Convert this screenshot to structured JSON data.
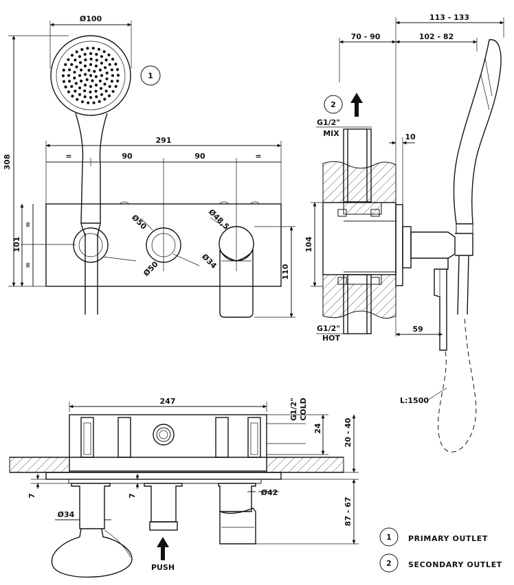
{
  "top_view": {
    "dims": {
      "head_diameter": "Ø100",
      "height": "308",
      "total_width": "291",
      "eq1": "=",
      "spacing1": "90",
      "spacing2": "90",
      "eq2": "=",
      "plate_height": "101",
      "eq3": "=",
      "eq4": "=",
      "knob_d50_a": "Ø50",
      "knob_d50_b": "Ø50",
      "knob_d34": "Ø34",
      "spout_d": "Ø48,5",
      "right_height": "110"
    },
    "outlet_number": "1"
  },
  "side_view": {
    "dims": {
      "d113_133": "113 - 133",
      "d70_90": "70 - 90",
      "d102_82": "102 - 82",
      "d10": "10",
      "d104": "104",
      "d59": "59",
      "hose_length": "L:1500"
    },
    "labels": {
      "mix_top": "G1/2\"",
      "mix_bottom": "MIX",
      "hot_top": "G1/2\"",
      "hot_bottom": "HOT"
    },
    "outlet_number": "2"
  },
  "bottom_view": {
    "dims": {
      "width": "247",
      "d24": "24",
      "d20_40": "20 - 40",
      "d7_a": "7",
      "d7_b": "7",
      "d42": "Ø42",
      "d34": "Ø34",
      "d87_67": "87 - 67"
    },
    "labels": {
      "cold_top": "G1/2\"",
      "cold_bottom": "COLD",
      "push": "PUSH"
    }
  },
  "legend": [
    {
      "number": "1",
      "label": "PRIMARY OUTLET"
    },
    {
      "number": "2",
      "label": "SECONDARY OUTLET"
    }
  ]
}
